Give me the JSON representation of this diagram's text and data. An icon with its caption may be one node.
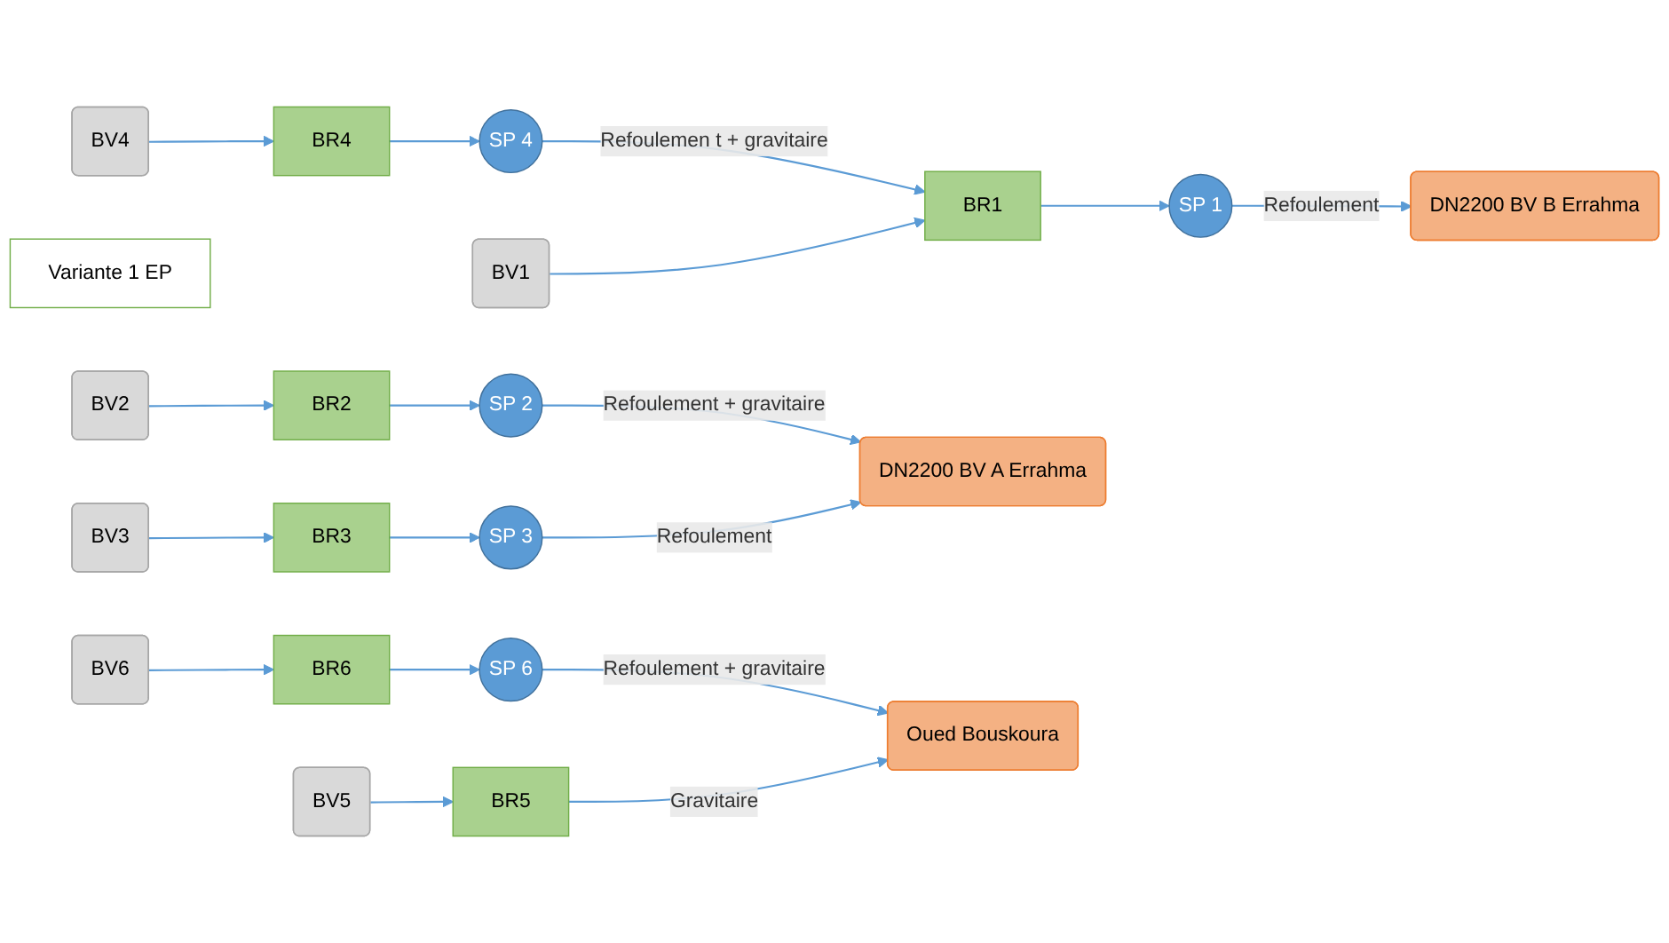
{
  "diagram": {
    "nodes": [
      {
        "text": [
          "BV4"
        ]
      },
      {
        "text": [
          "BR4"
        ]
      },
      {
        "text": [
          "SP 4"
        ]
      },
      {
        "text": [
          "Variante 1 EP"
        ]
      },
      {
        "text": [
          "BV1"
        ]
      },
      {
        "text": [
          "BR1"
        ]
      },
      {
        "text": [
          "SP 1"
        ]
      },
      {
        "text": [
          "DN2200 BV B Errahma"
        ]
      },
      {
        "text": [
          "BV2"
        ]
      },
      {
        "text": [
          "BR2"
        ]
      },
      {
        "text": [
          "SP 2"
        ]
      },
      {
        "text": [
          "DN2200 BV A Errahma"
        ]
      },
      {
        "text": [
          "BV3"
        ]
      },
      {
        "text": [
          "BR3"
        ]
      },
      {
        "text": [
          "SP 3"
        ]
      },
      {
        "text": [
          "BV6"
        ]
      },
      {
        "text": [
          "BR6"
        ]
      },
      {
        "text": [
          "SP 6"
        ]
      },
      {
        "text": [
          "Oued Bouskoura"
        ]
      },
      {
        "text": [
          "BV5"
        ]
      },
      {
        "text": [
          "BR5"
        ]
      }
    ],
    "edges": [
      {
        "from": 0,
        "to": 1,
        "arrow": "to"
      },
      {
        "from": 1,
        "to": 2,
        "arrow": "to"
      },
      {
        "from": 2,
        "to": 5,
        "arrow": "to",
        "label": "Refoulemen t + gravitaire"
      },
      {
        "from": 4,
        "to": 5,
        "arrow": "to"
      },
      {
        "from": 5,
        "to": 6,
        "arrow": "to"
      },
      {
        "from": 6,
        "to": 7,
        "arrow": "to",
        "label": "Refoulement"
      },
      {
        "from": 8,
        "to": 9,
        "arrow": "to"
      },
      {
        "from": 9,
        "to": 10,
        "arrow": "to"
      },
      {
        "from": 10,
        "to": 11,
        "arrow": "to",
        "label": "Refoulement + gravitaire"
      },
      {
        "from": 12,
        "to": 13,
        "arrow": "to"
      },
      {
        "from": 13,
        "to": 14,
        "arrow": "to"
      },
      {
        "from": 14,
        "to": 11,
        "arrow": "to",
        "label": "Refoulement"
      },
      {
        "from": 15,
        "to": 16,
        "arrow": "to"
      },
      {
        "from": 16,
        "to": 17,
        "arrow": "to"
      },
      {
        "from": 17,
        "to": 18,
        "arrow": "to",
        "label": "Refoulement + gravitaire"
      },
      {
        "from": 19,
        "to": 20,
        "arrow": "to"
      },
      {
        "from": 20,
        "to": 18,
        "arrow": "to",
        "label": "Gravitaire"
      }
    ]
  }
}
